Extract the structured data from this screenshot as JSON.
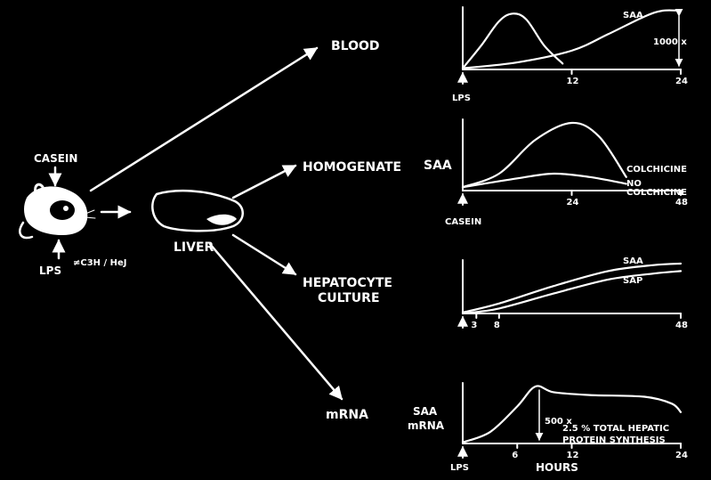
{
  "diagram": {
    "mouse": {
      "casein_label": "CASEIN",
      "lps_label": "LPS",
      "strain_label": "≠C3H / HeJ"
    },
    "liver_label": "LIVER",
    "targets": {
      "blood": "BLOOD",
      "homogenate": "HOMOGENATE",
      "hepatocyte_line1": "HEPATOCYTE",
      "hepatocyte_line2": "CULTURE",
      "mrna": "mRNA"
    }
  },
  "chart_data": [
    {
      "type": "line",
      "panel": "blood",
      "x_ticks": [
        "12",
        "24"
      ],
      "x_start_label": "LPS",
      "series": [
        {
          "name": "",
          "x": [
            0,
            2,
            4,
            5.5,
            7,
            9,
            11
          ],
          "y": [
            0.02,
            0.4,
            0.82,
            0.95,
            0.85,
            0.4,
            0.1
          ]
        },
        {
          "name": "SAA",
          "x": [
            0,
            6,
            12,
            16,
            20,
            22,
            24
          ],
          "y": [
            0.02,
            0.12,
            0.32,
            0.6,
            0.9,
            1.0,
            1.0
          ]
        }
      ],
      "annotations": [
        "SAA",
        "1000 x"
      ]
    },
    {
      "type": "line",
      "panel": "homogenate",
      "ylabel": "SAA",
      "x_ticks": [
        "24",
        "48"
      ],
      "x_start_label": "CASEIN",
      "series": [
        {
          "name": "COLCHICINE",
          "x": [
            0,
            8,
            16,
            24,
            30,
            36
          ],
          "y": [
            0.05,
            0.25,
            0.75,
            1.0,
            0.8,
            0.2
          ]
        },
        {
          "name": "NO COLCHICINE",
          "x": [
            0,
            12,
            20,
            28,
            36
          ],
          "y": [
            0.05,
            0.18,
            0.25,
            0.2,
            0.1
          ]
        }
      ],
      "annotations": [
        "COLCHICINE",
        "NO",
        "COLCHICINE"
      ]
    },
    {
      "type": "line",
      "panel": "hepatocyte_culture",
      "x_ticks": [
        "3",
        "8",
        "48"
      ],
      "series": [
        {
          "name": "SAA",
          "x": [
            0,
            8,
            20,
            32,
            42,
            48
          ],
          "y": [
            0.02,
            0.2,
            0.55,
            0.85,
            0.97,
            1.0
          ]
        },
        {
          "name": "SAP",
          "x": [
            0,
            8,
            20,
            32,
            42,
            48
          ],
          "y": [
            0.0,
            0.1,
            0.4,
            0.68,
            0.8,
            0.85
          ]
        }
      ]
    },
    {
      "type": "line",
      "panel": "mrna",
      "ylabel": "SAA mRNA",
      "xlabel": "HOURS",
      "x_ticks": [
        "6",
        "12",
        "24"
      ],
      "x_start_label": "LPS",
      "series": [
        {
          "name": "SAA mRNA",
          "x": [
            0,
            3,
            6,
            8,
            10,
            14,
            20,
            23,
            24
          ],
          "y": [
            0.02,
            0.2,
            0.65,
            1.0,
            0.9,
            0.85,
            0.82,
            0.7,
            0.55
          ]
        }
      ],
      "annotations": [
        "500 x",
        "2.5 % TOTAL HEPATIC",
        "PROTEIN SYNTHESIS"
      ]
    }
  ]
}
